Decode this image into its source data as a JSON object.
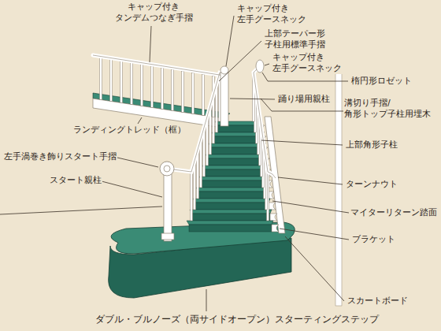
{
  "diagram": {
    "labels": [
      "キャップ付き タンデムつなぎ手摺",
      "キャップ付き 左手グースネック",
      "上部テーパー形 子柱用標準手摺",
      "キャップ付き 左手グースネック",
      "踊り場用親柱",
      "楕円形ロゼット",
      "ランディングトレッド（框）",
      "溝切り手摺/ 角形トップ子柱用埋木",
      "左手渦巻き飾りスタート手摺",
      "上部角形子柱",
      "スタート親柱",
      "ターンナウト",
      "マイターリターン踏面",
      "ブラケット",
      "スカートボード",
      "ダブル・ブルノーズ（両サイドオープン）スターティングステップ"
    ]
  }
}
